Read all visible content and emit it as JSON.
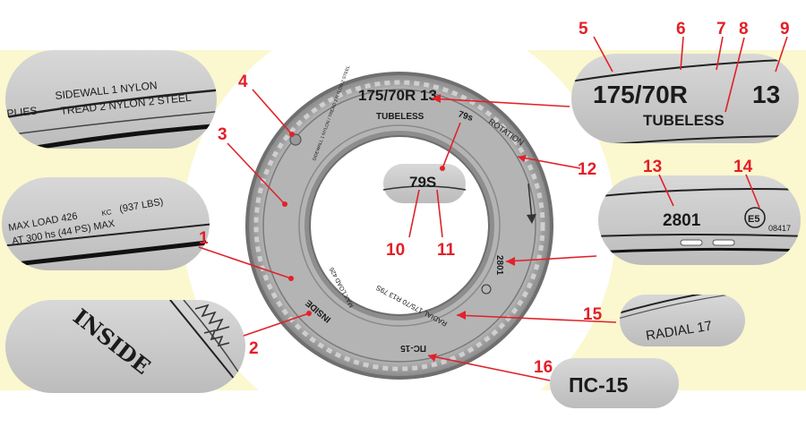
{
  "tire": {
    "size_code": "175/70R 13",
    "tubeless": "TUBELESS",
    "speed_mark": "79s",
    "rotation": "ROTATION",
    "date_code": "2801",
    "radial": "RADIAL 175/70 R13 79S",
    "max_load": "MAX LOAD 426",
    "inside": "INSIDE",
    "model": "ПС-15",
    "plies": "SIDEWALL 1 NYLON / TREAD 2 NYLON 2 STEEL",
    "cert": "E5 08417"
  },
  "insets": {
    "plies": {
      "word": "PLIES",
      "line1": "SIDEWALL 1 NYLON",
      "line2": "TREAD 2 NYLON 2 STEEL"
    },
    "load": {
      "line1": "MAX LOAD 426",
      "unit1": "KC",
      "paren": "(937 LBS)",
      "line2": "AT 300 hs (44 PS) MAX"
    },
    "inside": {
      "word": "INSIDE"
    },
    "size": {
      "width_ratio": "175/70R",
      "rim": "13",
      "tubeless": "TUBELESS"
    },
    "center": {
      "code": "79S"
    },
    "date": {
      "code": "2801",
      "mark": "E5",
      "approval": "08417"
    },
    "radial": {
      "text": "RADIAL 17"
    },
    "model": {
      "text": "ПС-15"
    }
  },
  "callouts": [
    "1",
    "2",
    "3",
    "4",
    "5",
    "6",
    "7",
    "8",
    "9",
    "10",
    "11",
    "12",
    "13",
    "14",
    "15",
    "16"
  ],
  "colors": {
    "accent": "#e41e26",
    "background": "#fbf7cf",
    "tire": "#a9a9a9",
    "inset": "#c8c8c8"
  }
}
